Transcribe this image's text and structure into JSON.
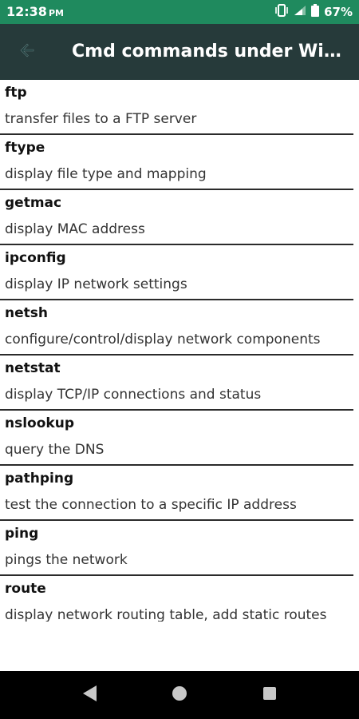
{
  "status_bar": {
    "time": "12:38",
    "ampm": "PM",
    "battery": "67%",
    "icons": [
      "vibrate-icon",
      "signal-icon",
      "battery-icon"
    ]
  },
  "app_bar": {
    "title": "Cmd commands under Windo…",
    "back_icon": "back-arrow-icon"
  },
  "commands": [
    {
      "name": "ftp",
      "description": "transfer files to a FTP server"
    },
    {
      "name": "ftype",
      "description": "display file type and mapping"
    },
    {
      "name": "getmac",
      "description": "display MAC address"
    },
    {
      "name": "ipconfig",
      "description": "display IP network settings"
    },
    {
      "name": "netsh",
      "description": "configure/control/display network components"
    },
    {
      "name": "netstat",
      "description": "display TCP/IP connections and status"
    },
    {
      "name": "nslookup",
      "description": "query the DNS"
    },
    {
      "name": "pathping",
      "description": "test the connection to a specific IP address"
    },
    {
      "name": "ping",
      "description": "pings the network"
    },
    {
      "name": "route",
      "description": "display network routing table, add static routes"
    }
  ],
  "nav_bar": {
    "icons": [
      "nav-back-icon",
      "nav-home-icon",
      "nav-recents-icon"
    ]
  },
  "colors": {
    "status_bar": "#1f8a5e",
    "app_bar": "#263a3a",
    "divider": "#2b2b2b"
  }
}
